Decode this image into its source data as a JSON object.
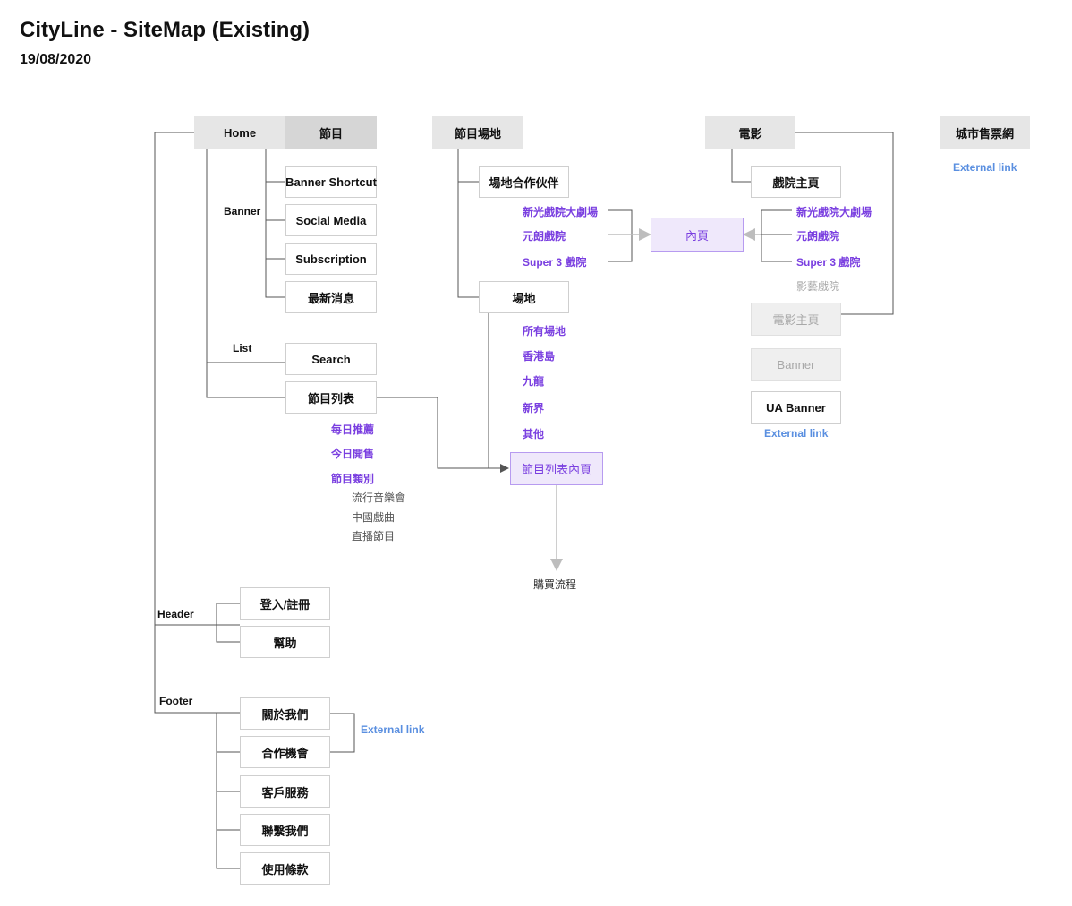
{
  "header": {
    "title": "CityLine - SiteMap (Existing)",
    "date": "19/08/2020"
  },
  "home": {
    "label": "Home",
    "programs": "節目",
    "banner_group": "Banner",
    "banner_items": [
      "Banner Shortcut",
      "Social Media",
      "Subscription",
      "最新消息"
    ],
    "list_group": "List",
    "search": "Search",
    "program_list": "節目列表",
    "list_links": [
      "每日推薦",
      "今日開售",
      "節目類別"
    ],
    "categories": [
      "流行音樂會",
      "中國戲曲",
      "直播節目"
    ]
  },
  "venues": {
    "label": "節目場地",
    "partners": "場地合作伙伴",
    "partner_links": [
      "新光戲院大劇場",
      "元朗戲院",
      "Super 3 戲院"
    ],
    "venue": "場地",
    "venue_links": [
      "所有場地",
      "香港島",
      "九龍",
      "新界",
      "其他"
    ],
    "program_list_inner": "節目列表內頁",
    "purchase_flow": "購買流程"
  },
  "inner_page": "內頁",
  "movies": {
    "label": "電影",
    "cinema_home": "戲院主頁",
    "cinema_links": [
      "新光戲院大劇場",
      "元朗戲院",
      "Super 3 戲院"
    ],
    "cinema_muted": "影藝戲院",
    "movie_home": "電影主頁",
    "banner": "Banner",
    "ua_banner": "UA Banner",
    "ua_external": "External link"
  },
  "city_ticketing": {
    "label": "城市售票網",
    "external": "External link"
  },
  "header_group": {
    "label": "Header",
    "items": [
      "登入/註冊",
      "幫助"
    ]
  },
  "footer_group": {
    "label": "Footer",
    "items": [
      "關於我們",
      "合作機會",
      "客戶服務",
      "聯繫我們",
      "使用條款"
    ],
    "external": "External link"
  },
  "colors": {
    "purple": "#7a3fe0",
    "purple_bg": "#efe8fb",
    "blue": "#5a8fe0",
    "gray_bg": "#e6e6e6",
    "line": "#555555"
  }
}
